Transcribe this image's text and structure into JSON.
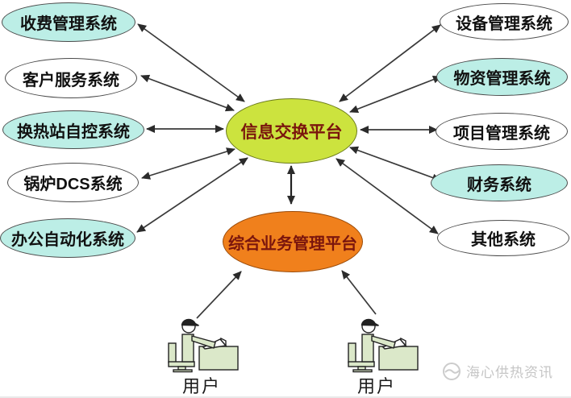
{
  "diagram": {
    "hub": {
      "label": "信息交换平台"
    },
    "platform": {
      "label": "综合业务管理平台"
    },
    "left_nodes": [
      {
        "label": "收费管理系统",
        "fill": "cyan"
      },
      {
        "label": "客户服务系统",
        "fill": "white"
      },
      {
        "label": "换热站自控系统",
        "fill": "cyan"
      },
      {
        "label": "锅炉DCS系统",
        "fill": "white"
      },
      {
        "label": "办公自动化系统",
        "fill": "cyan"
      }
    ],
    "right_nodes": [
      {
        "label": "设备管理系统",
        "fill": "white"
      },
      {
        "label": "物资管理系统",
        "fill": "cyan"
      },
      {
        "label": "项目管理系统",
        "fill": "white"
      },
      {
        "label": "财务系统",
        "fill": "cyan"
      },
      {
        "label": "其他系统",
        "fill": "white"
      }
    ],
    "users": [
      {
        "label": "用户"
      },
      {
        "label": "用户"
      }
    ],
    "watermark": {
      "text": "海心供热资讯"
    },
    "colors": {
      "cyan_fill": "#bceee6",
      "hub_fill": "#cce33e",
      "platform_fill": "#f0801c",
      "platform_text": "#7a150d",
      "figure_fill": "#dbe8c9",
      "watermark_gray": "#c6c6c6"
    }
  }
}
